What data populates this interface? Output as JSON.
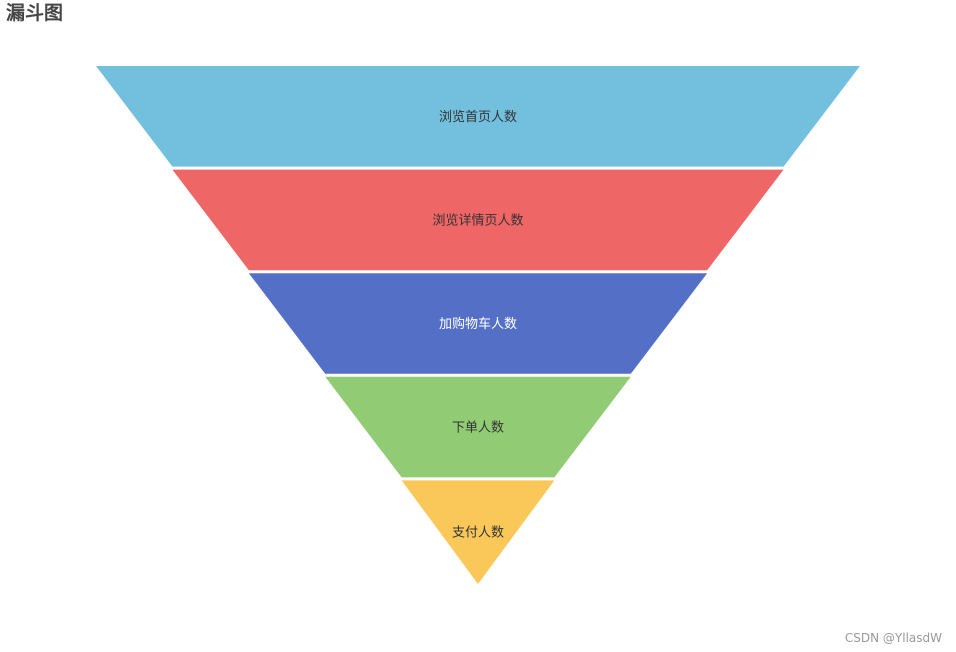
{
  "chart_data": {
    "type": "funnel",
    "title": "漏斗图",
    "categories": [
      "浏览首页人数",
      "浏览详情页人数",
      "加购物车人数",
      "下单人数",
      "支付人数"
    ],
    "values": [
      100,
      80,
      60,
      40,
      20
    ],
    "colors": [
      "#73c0de",
      "#ee6666",
      "#5470c6",
      "#91cc75",
      "#fac858"
    ],
    "label_colors": [
      "#333333",
      "#333333",
      "#ffffff",
      "#333333",
      "#333333"
    ],
    "sort": "descending",
    "min": 0,
    "max": 100
  },
  "watermark": "CSDN @YllasdW"
}
